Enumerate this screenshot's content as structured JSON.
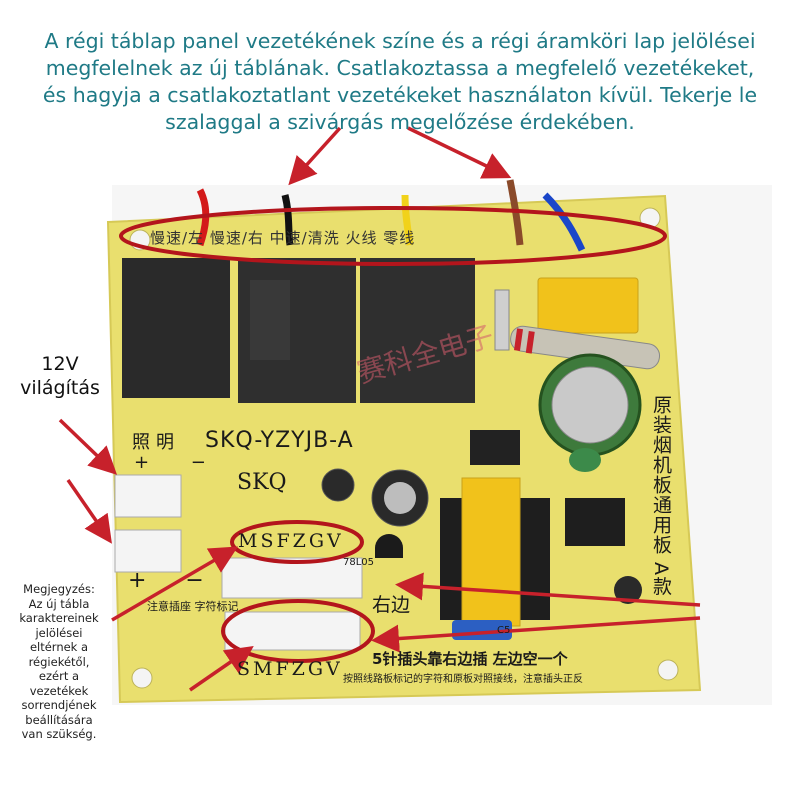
{
  "caption": {
    "lines": [
      "A régi táblap panel vezetékének színe és a régi áramköri lap jelölései",
      "megfelelnek az új táblának. Csatlakoztassa a megfelelő vezetékeket,",
      "és hagyja a csatlakoztatlant vezetékeket használaton kívül. Tekerje le",
      "szalaggal a szivárgás megelőzése érdekében."
    ],
    "color": "#1f7a86"
  },
  "left_label": {
    "lines": [
      "12V",
      "világítás"
    ]
  },
  "note": {
    "lines": [
      "Megjegyzés:",
      "Az új tábla",
      "karaktereinek",
      "jelölései",
      "eltérnek a",
      "régiekétől,",
      "ezért a",
      "vezetékek",
      "sorrendjének",
      "beállítására",
      "van szükség."
    ]
  },
  "board": {
    "model": "SKQ-YZYJB-A",
    "brand": "SKQ",
    "connector_top_code": "MSFZGV",
    "connector_bottom_code": "SMFZGV",
    "right_side_text": "右边",
    "bottom_text_1": "5针插头靠右边插 左边空一个",
    "bottom_text_2": "按照线路板标记的字符和原板对照接线，注意插头正反",
    "light_label": "照明",
    "light_polarity": "+ −",
    "light_polarity_2": "+ −",
    "vertical_text": "原装烟机板通用板 A款",
    "top_labels": "慢速/左   慢速/右   中速/清洗   火线   零线",
    "watermark": "赛科全电子",
    "regulator": "78L05",
    "capacitor": "C5",
    "sub_note": "注意插座 字符标记"
  },
  "colors": {
    "pcb": "#e9df6e",
    "arrow": "#c7212b",
    "ellipse": "#b3151c",
    "relay": "#2a2a2a"
  }
}
